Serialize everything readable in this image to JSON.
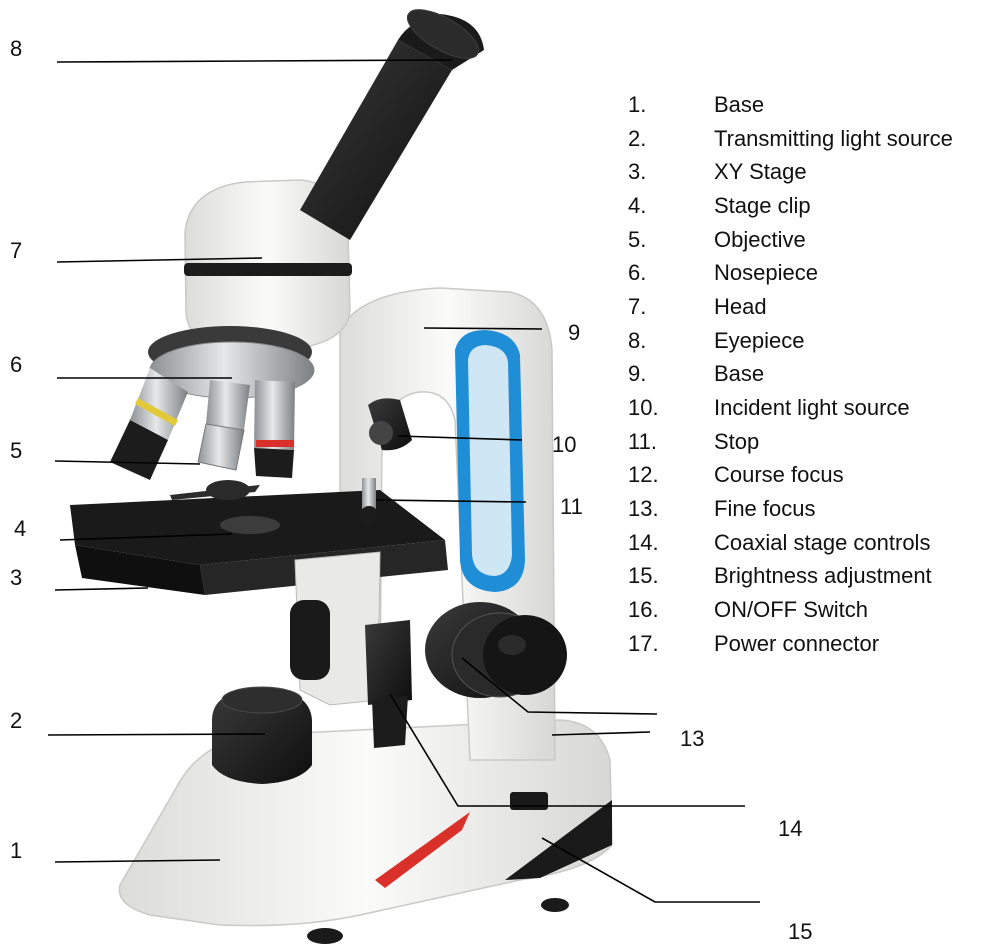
{
  "callouts": [
    {
      "n": "1"
    },
    {
      "n": "2"
    },
    {
      "n": "3"
    },
    {
      "n": "4"
    },
    {
      "n": "5"
    },
    {
      "n": "6"
    },
    {
      "n": "7"
    },
    {
      "n": "8"
    },
    {
      "n": "9"
    },
    {
      "n": "10"
    },
    {
      "n": "11"
    },
    {
      "n": "13"
    },
    {
      "n": "14"
    },
    {
      "n": "15"
    }
  ],
  "legend": [
    {
      "n": "1.",
      "label": "Base"
    },
    {
      "n": "2.",
      "label": "Transmitting light source"
    },
    {
      "n": "3.",
      "label": "XY Stage"
    },
    {
      "n": "4.",
      "label": "Stage clip"
    },
    {
      "n": "5.",
      "label": "Objective"
    },
    {
      "n": "6.",
      "label": "Nosepiece"
    },
    {
      "n": "7.",
      "label": "Head"
    },
    {
      "n": "8.",
      "label": "Eyepiece"
    },
    {
      "n": "9.",
      "label": "Base"
    },
    {
      "n": "10.",
      "label": "Incident light source"
    },
    {
      "n": "11.",
      "label": "Stop"
    },
    {
      "n": "12.",
      "label": "Course focus"
    },
    {
      "n": "13.",
      "label": "Fine focus"
    },
    {
      "n": "14.",
      "label": "Coaxial stage controls"
    },
    {
      "n": "15.",
      "label": "Brightness adjustment"
    },
    {
      "n": "16.",
      "label": "ON/OFF Switch"
    },
    {
      "n": "17.",
      "label": "Power connector"
    }
  ],
  "colors": {
    "body_white": "#f3f3f1",
    "dark": "#1c1c1c",
    "metal": "#b9bcbe",
    "accent_blue": "#2f9be0",
    "accent_red": "#d9302a",
    "ring_yellow": "#e2c93a"
  }
}
